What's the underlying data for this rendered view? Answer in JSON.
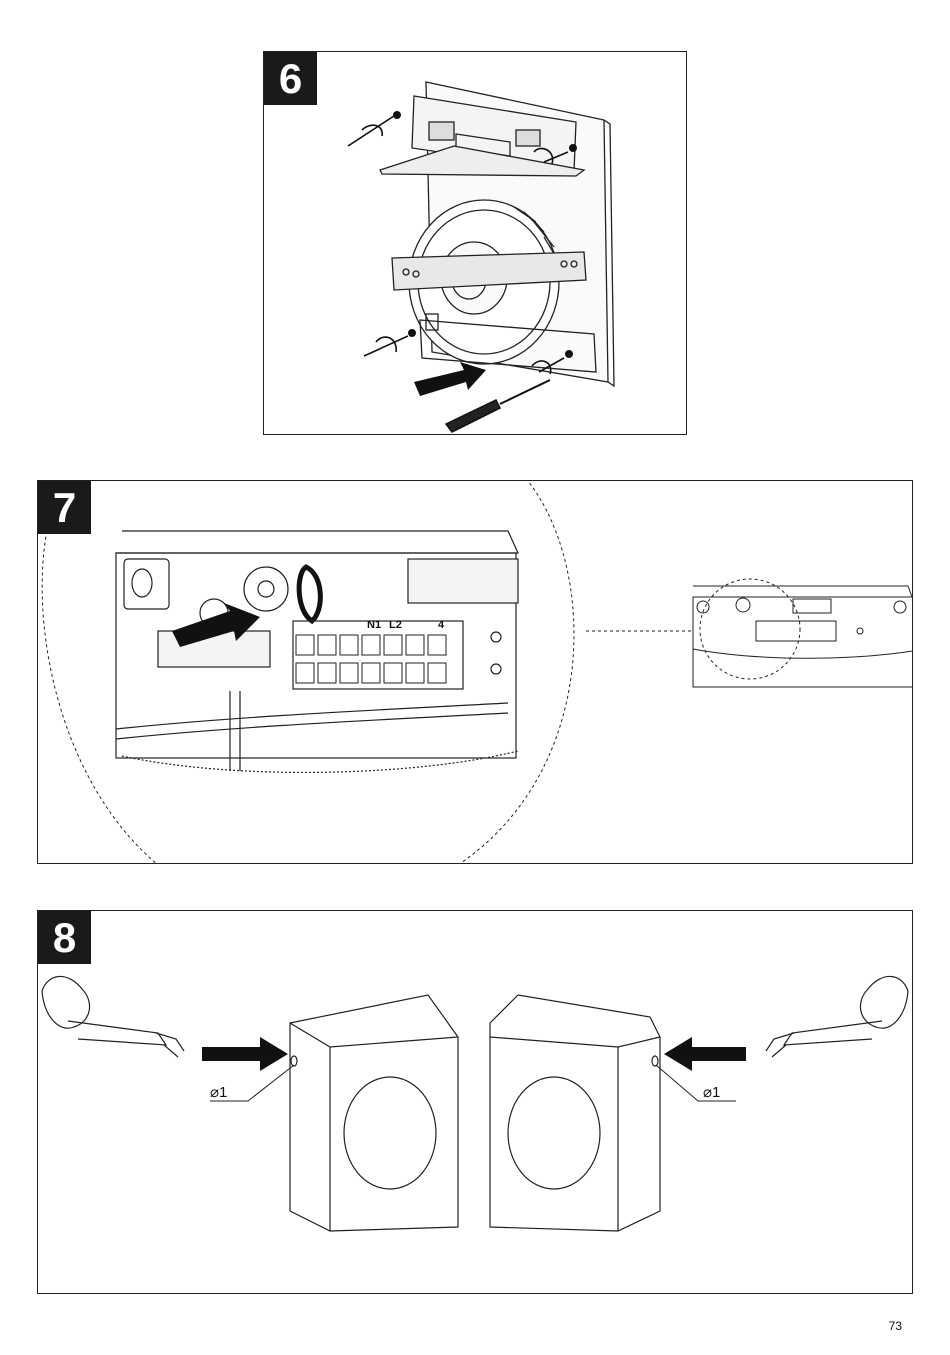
{
  "steps": [
    {
      "number": "6"
    },
    {
      "number": "7"
    },
    {
      "number": "8"
    }
  ],
  "step7": {
    "terminal_labels": [
      "N1",
      "L2",
      "4"
    ]
  },
  "step8": {
    "diameter_left": "⌀1",
    "diameter_right": "⌀1"
  },
  "page_number": "73"
}
